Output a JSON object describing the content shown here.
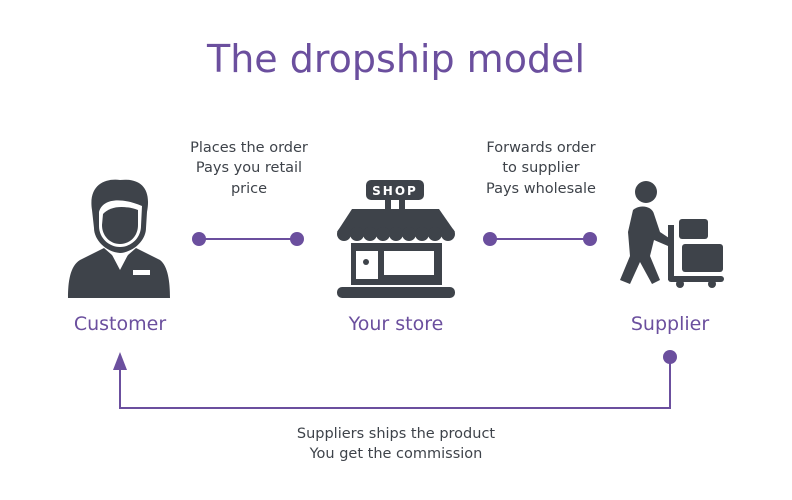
{
  "title": "The dropship model",
  "colors": {
    "accent": "#6b4f9e",
    "icon": "#3e434a"
  },
  "nodes": {
    "customer": {
      "label": "Customer",
      "icon": "customer-person-icon"
    },
    "store": {
      "label": "Your store",
      "icon": "shop-storefront-icon",
      "sign": "SHOP"
    },
    "supplier": {
      "label": "Supplier",
      "icon": "supplier-hand-truck-icon"
    }
  },
  "edges": {
    "customer_to_store": [
      "Places the order",
      "Pays you retail",
      "price"
    ],
    "store_to_supplier": [
      "Forwards order",
      "to supplier",
      "Pays wholesale"
    ],
    "supplier_to_customer": [
      "Suppliers ships the product",
      "You get the commission"
    ]
  }
}
